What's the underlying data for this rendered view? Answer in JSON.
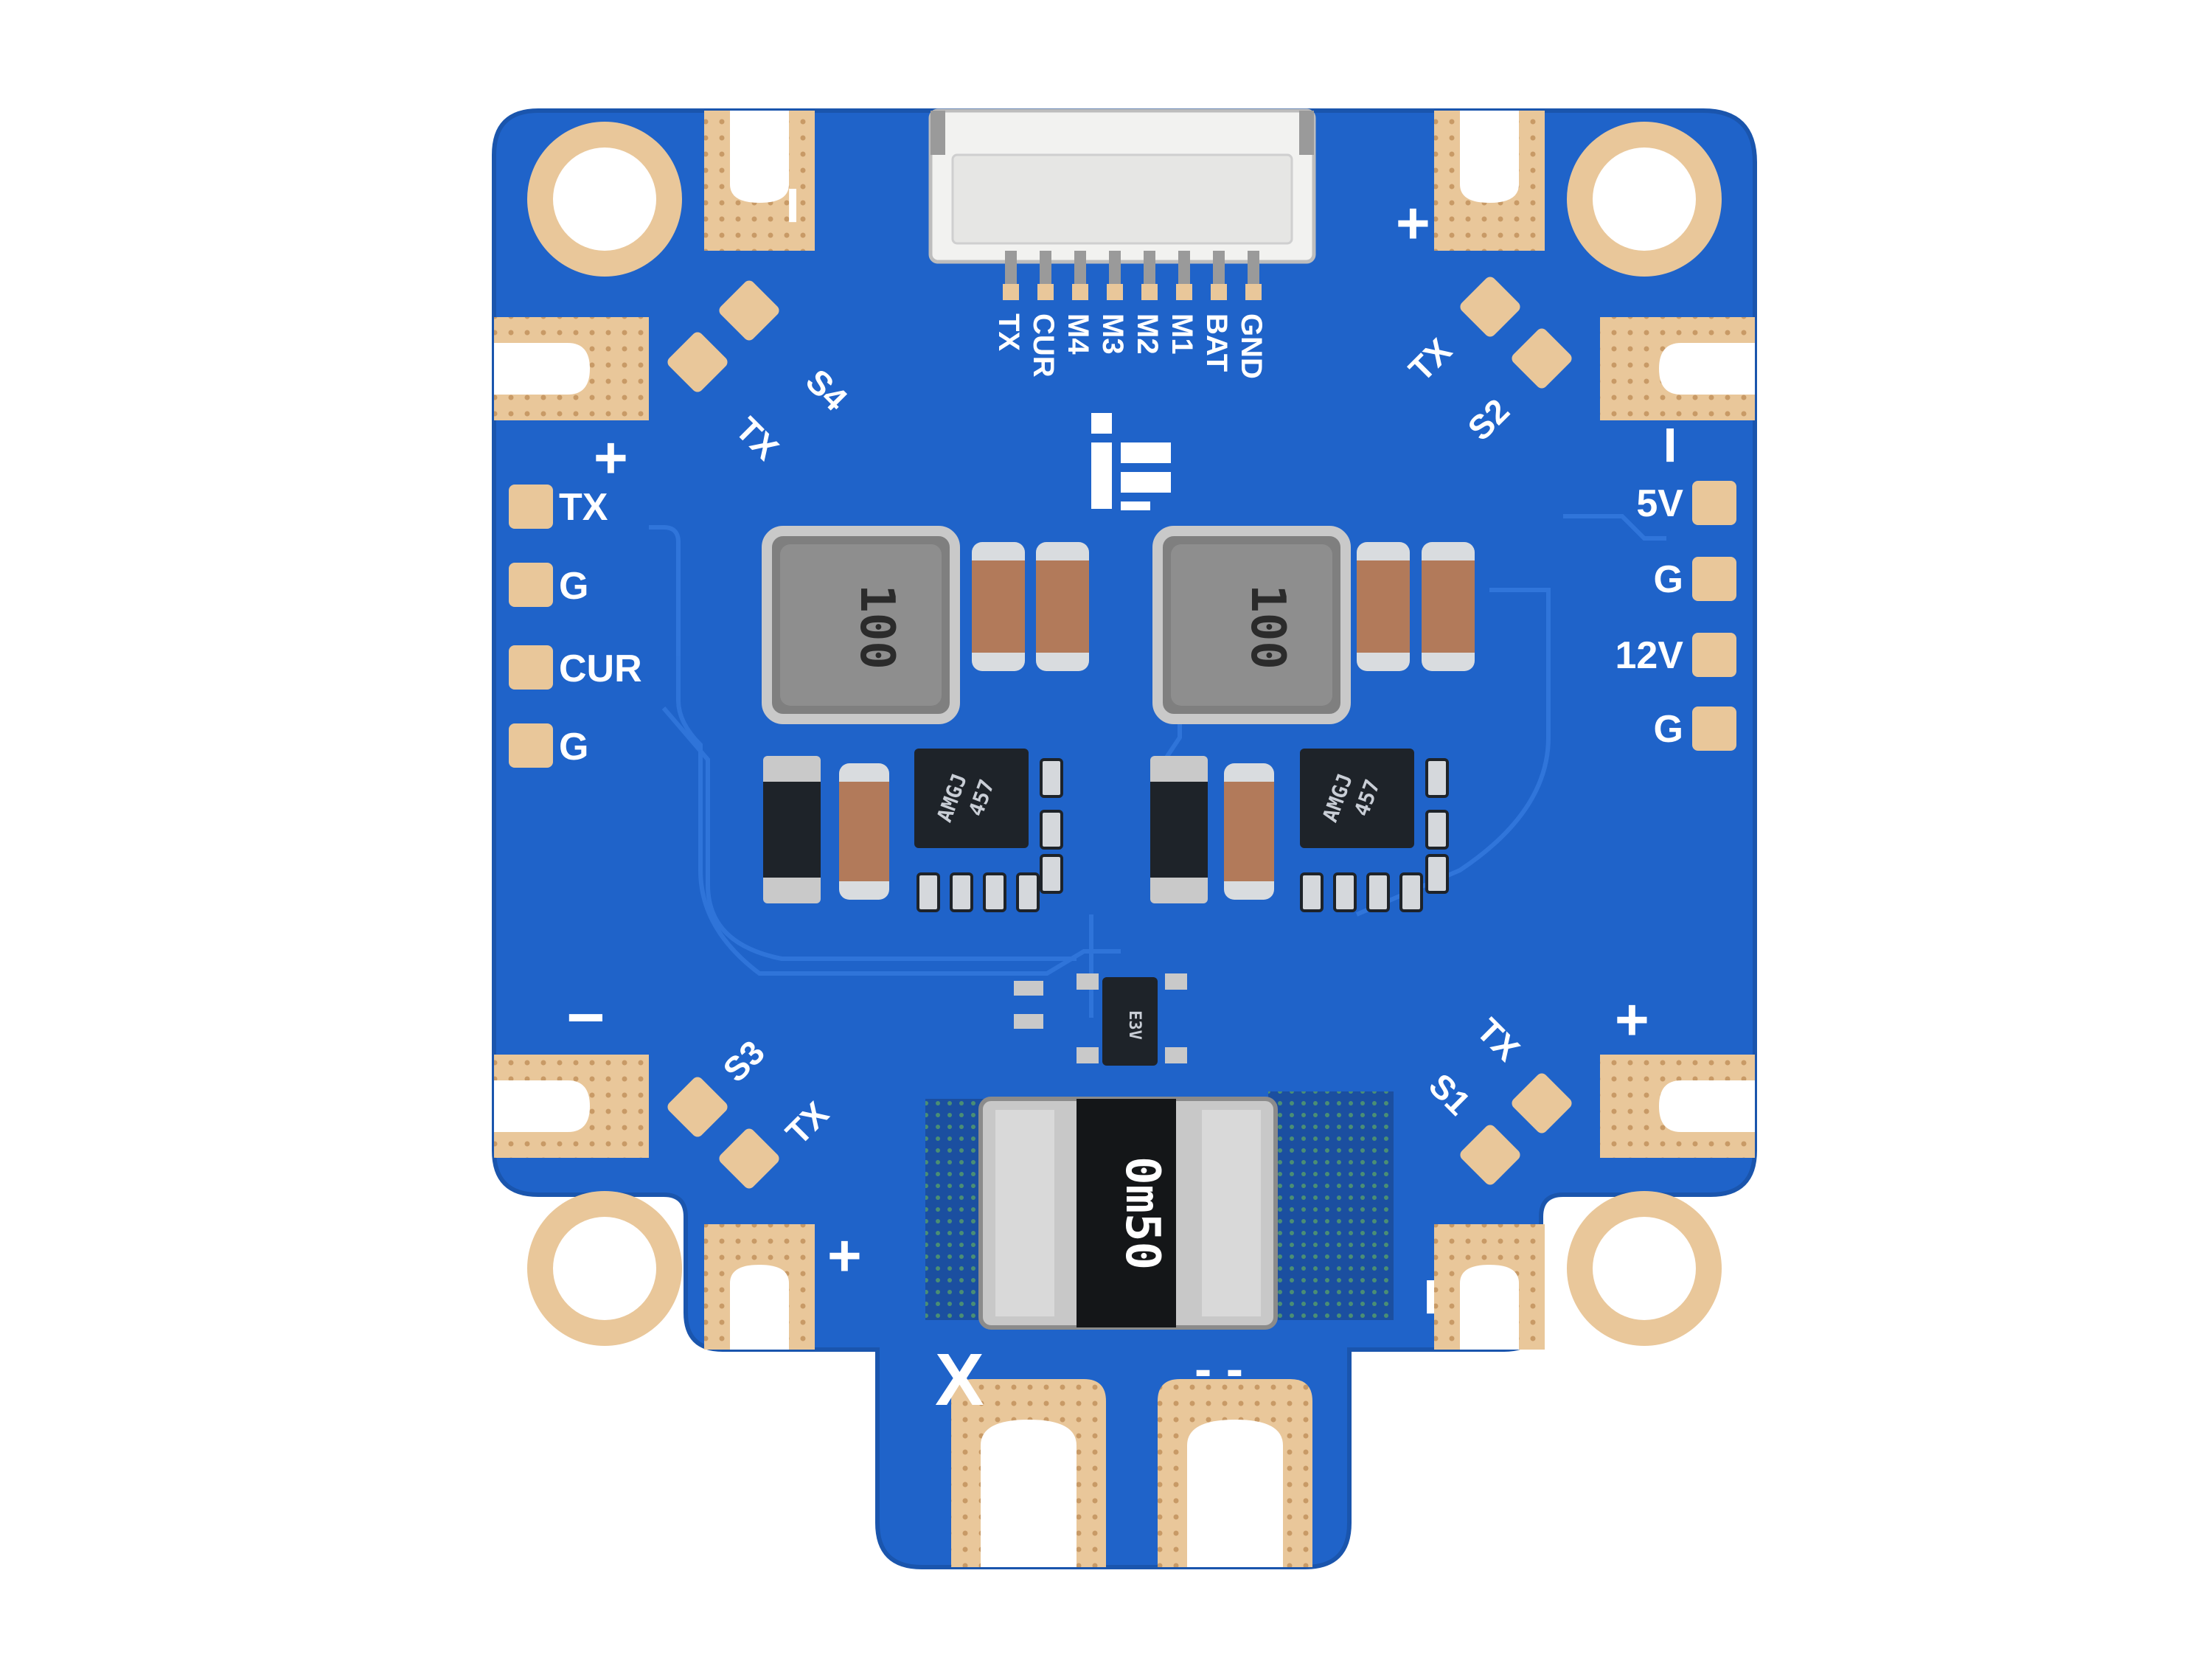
{
  "colors": {
    "background": "#ffffff",
    "pcb_blue": "#1f63c9",
    "pcb_trace": "#2d74dc",
    "copper_pad": "#e9c79a",
    "silkscreen": "#ffffff",
    "connector_white": "#f2f2f0",
    "inductor_gray": "#8e8e8e",
    "capacitor_tan": "#b27a5a",
    "chip_black": "#1e2329",
    "shunt_silver": "#c8c8c8"
  },
  "connector_labels": [
    "GND",
    "BAT",
    "M1",
    "M2",
    "M3",
    "M4",
    "CUR",
    "TX"
  ],
  "corner_pad_labels": {
    "top_left": [
      "S4",
      "TX"
    ],
    "top_right": [
      "TX",
      "S2"
    ],
    "bottom_left": [
      "S3",
      "TX"
    ],
    "bottom_right": [
      "TX",
      "S1"
    ]
  },
  "polarity_marks": {
    "top_left_minus": "−",
    "top_right_plus": "+",
    "left_plus": "+",
    "right_minus": "−",
    "bottom_left_minus": "−",
    "bottom_right_plus": "+",
    "bottom_left_plus": "+",
    "bottom_right_minus": "−",
    "battery_negative": "X",
    "battery_dash": "- -"
  },
  "left_pads": [
    "TX",
    "G",
    "CUR",
    "G"
  ],
  "right_pads": [
    "5V",
    "G",
    "12V",
    "G"
  ],
  "logo_text": "i",
  "components": {
    "inductor_left": "100",
    "inductor_right": "100",
    "regulator_left": [
      "AMGJ",
      "457"
    ],
    "regulator_right": [
      "AMGJ",
      "457"
    ],
    "sensor_chip": "E3V",
    "shunt_resistor": "0m50"
  }
}
